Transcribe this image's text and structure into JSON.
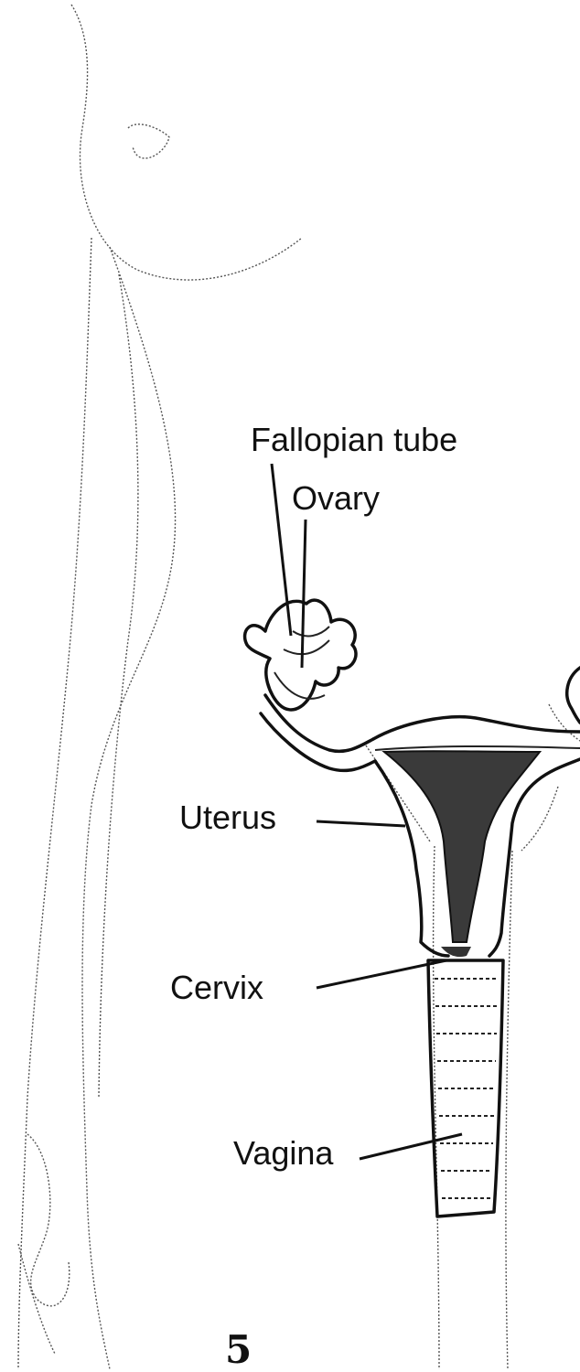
{
  "labels": {
    "fallopian_tube": "Fallopian tube",
    "ovary": "Ovary",
    "uterus": "Uterus",
    "cervix": "Cervix",
    "vagina": "Vagina"
  },
  "page_number": "5"
}
